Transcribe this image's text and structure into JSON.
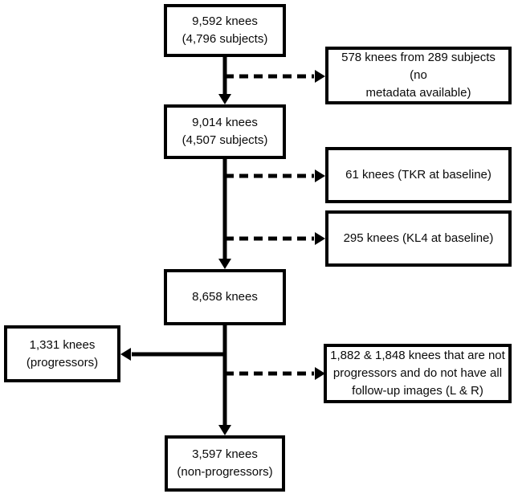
{
  "diagram": {
    "type": "flowchart",
    "colors": {
      "line": "#000000",
      "box_border": "#000000",
      "box_fill": "#ffffff",
      "background": "#ffffff",
      "text": "#0a0a0a"
    },
    "nodes": {
      "total": {
        "label": "9,592 knees\n(4,796 subjects)"
      },
      "with_metadata": {
        "label": "9,014 knees\n(4,507 subjects)"
      },
      "no_metadata": {
        "label": "578 knees from 289 subjects (no\nmetadata available)"
      },
      "tkr_baseline": {
        "label": "61 knees (TKR at baseline)"
      },
      "kl4_baseline": {
        "label": "295 knees (KL4 at baseline)"
      },
      "eligible": {
        "label": "8,658 knees"
      },
      "progressors": {
        "label": "1,331 knees\n(progressors)"
      },
      "excluded_followup": {
        "label": "1,882 & 1,848 knees that are not\nprogressors and do not have all\nfollow-up images (L & R)"
      },
      "non_progressors": {
        "label": "3,597 knees\n(non-progressors)"
      }
    },
    "edges": [
      {
        "from": "total",
        "to": "with_metadata",
        "style": "solid",
        "direction": "down"
      },
      {
        "from": "total",
        "to": "no_metadata",
        "style": "dashed",
        "direction": "right"
      },
      {
        "from": "with_metadata",
        "to": "eligible",
        "style": "solid",
        "direction": "down"
      },
      {
        "from": "with_metadata",
        "to": "tkr_baseline",
        "style": "dashed",
        "direction": "right"
      },
      {
        "from": "with_metadata",
        "to": "kl4_baseline",
        "style": "dashed",
        "direction": "right"
      },
      {
        "from": "eligible",
        "to": "progressors",
        "style": "solid",
        "direction": "left"
      },
      {
        "from": "eligible",
        "to": "excluded_followup",
        "style": "dashed",
        "direction": "right"
      },
      {
        "from": "eligible",
        "to": "non_progressors",
        "style": "solid",
        "direction": "down"
      }
    ]
  }
}
